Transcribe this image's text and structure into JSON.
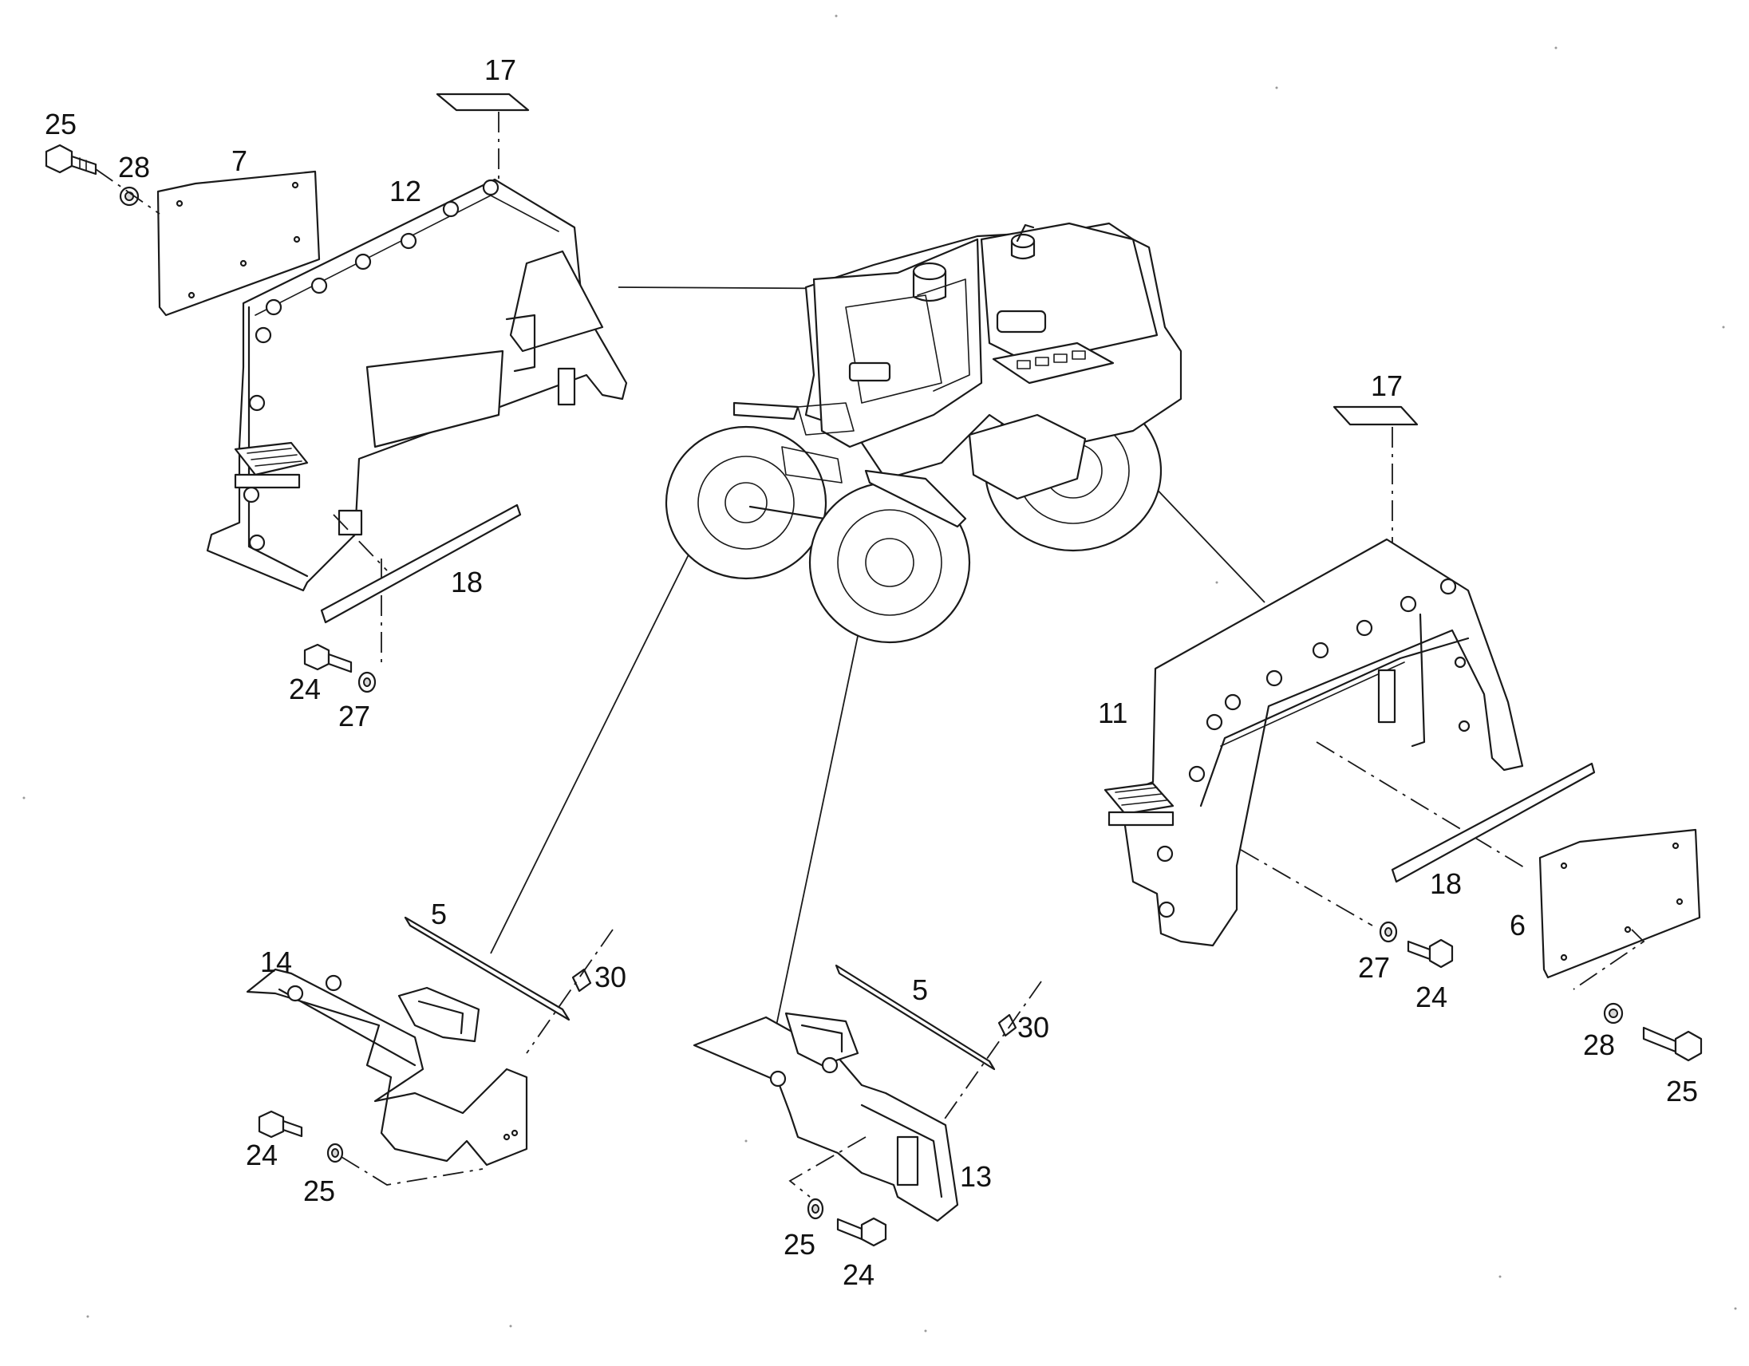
{
  "diagram": {
    "type": "exploded-parts-diagram",
    "line_color": "#1a1a1a",
    "background": "#ffffff",
    "callouts": {
      "top_left_bolt": "25",
      "top_left_washer": "28",
      "left_side_panel": "7",
      "left_top_decal": "17",
      "left_fender": "12",
      "left_strip": "18",
      "left_lower_bolt": "24",
      "left_lower_washer": "27",
      "right_top_decal": "17",
      "right_fender": "11",
      "right_strip": "18",
      "right_side_panel": "6",
      "right_lower_washer": "27",
      "right_lower_bolt": "24",
      "right_panel_washer": "28",
      "right_panel_bolt": "25",
      "left_bracket_seal": "5",
      "left_bracket_clip": "30",
      "left_bracket": "14",
      "left_bracket_bolt": "24",
      "left_bracket_washer": "25",
      "right_bracket_seal": "5",
      "right_bracket_clip": "30",
      "right_bracket": "13",
      "right_bracket_washer": "25",
      "right_bracket_bolt": "24"
    }
  }
}
